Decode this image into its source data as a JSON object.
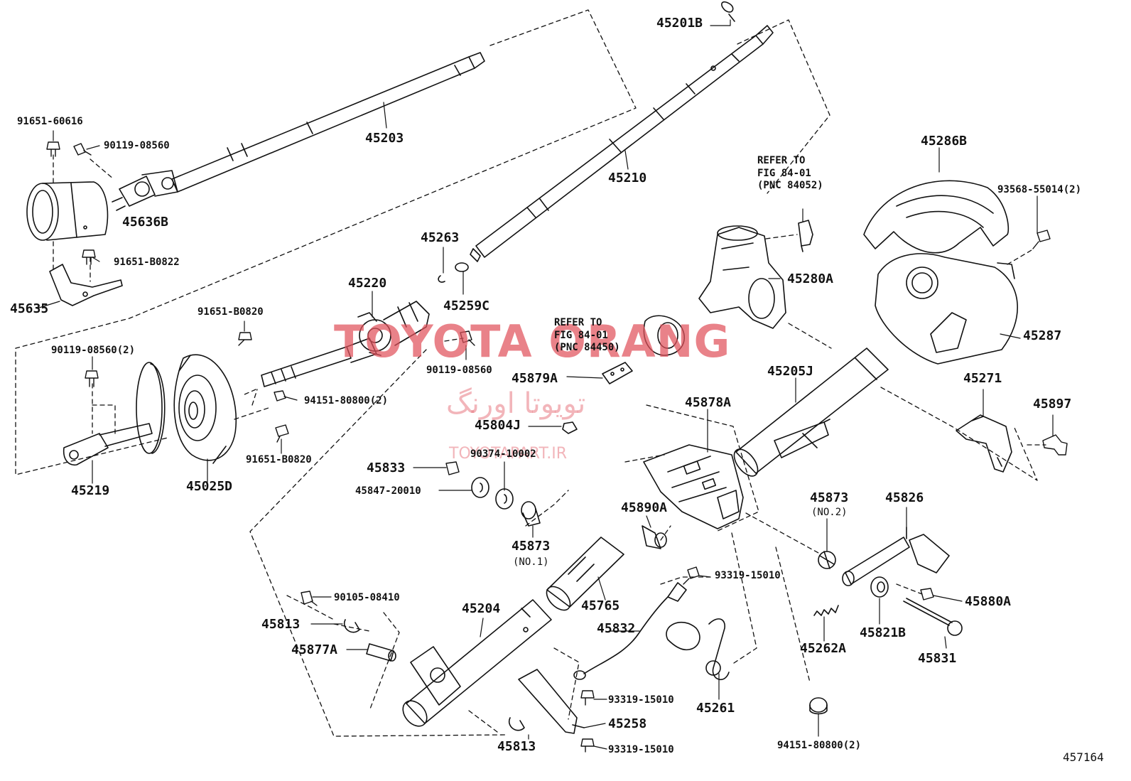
{
  "watermark": {
    "brand": "TOYOTA ORANG",
    "persian": "تویوتا اورنگ",
    "site": "TOYOTAPART.IR"
  },
  "figure_number": "457164",
  "refs": {
    "fig_84052": "REFER TO\nFIG 84-01\n(PNC 84052)",
    "fig_84450": "REFER TO\nFIG 84-01\n(PNC 84450)"
  },
  "parts": {
    "p45201B": "45201B",
    "p45203": "45203",
    "p45210": "45210",
    "p45286B": "45286B",
    "p91651_60616": "91651-60616",
    "p90119_08560_top": "90119-08560",
    "p45636B": "45636B",
    "p91651_B0822": "91651-B0822",
    "p45635": "45635",
    "p45263": "45263",
    "p45259C": "45259C",
    "p45220": "45220",
    "p90119_08560_mid": "90119-08560",
    "p91651_B0820_a": "91651-B0820",
    "p90119_08560_2": "90119-08560(2)",
    "p94151_80800_2a": "94151-80800(2)",
    "p91651_B0820_b": "91651-B0820",
    "p45219": "45219",
    "p45025D": "45025D",
    "p93568_55014_2": "93568-55014(2)",
    "p45280A": "45280A",
    "p45287": "45287",
    "p45879A": "45879A",
    "p45205J": "45205J",
    "p45271": "45271",
    "p45897": "45897",
    "p45878A": "45878A",
    "p45804J": "45804J",
    "p90374_10002": "90374-10002",
    "p45833": "45833",
    "p45847_20010": "45847-20010",
    "p45890A": "45890A",
    "p45873_a": "45873",
    "p45873_no1": "(NO.1)",
    "p45873_b": "45873",
    "p45873_no2": "(NO.2)",
    "p45826": "45826",
    "p93319_15010_a": "93319-15010",
    "p45765": "45765",
    "p45204": "45204",
    "p90105_08410": "90105-08410",
    "p45813_a": "45813",
    "p45877A": "45877A",
    "p45832": "45832",
    "p45261": "45261",
    "p45880A": "45880A",
    "p45262A": "45262A",
    "p45821B": "45821B",
    "p45831": "45831",
    "p93319_15010_b": "93319-15010",
    "p45258": "45258",
    "p45813_b": "45813",
    "p93319_15010_c": "93319-15010",
    "p94151_80800_2b": "94151-80800(2)"
  }
}
